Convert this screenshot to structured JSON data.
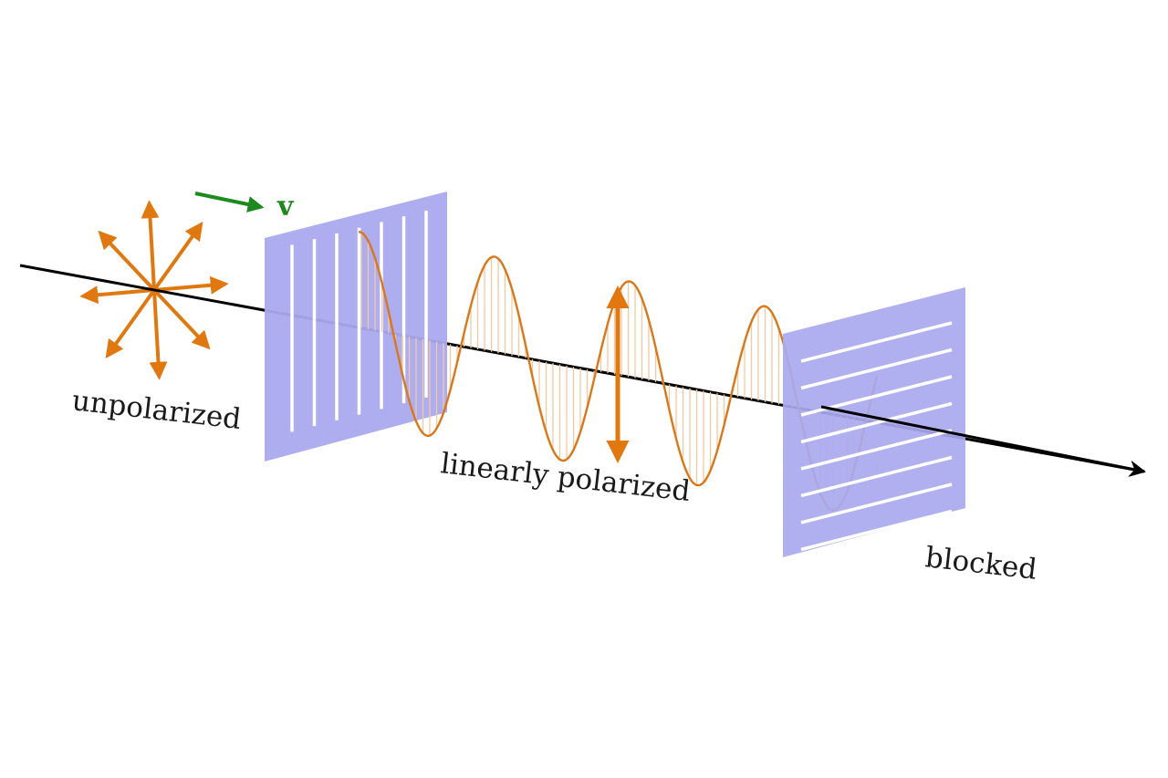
{
  "labels": {
    "unpolarized": "unpolarized",
    "linearly_polarized": "linearly polarized",
    "blocked": "blocked",
    "velocity": "v"
  },
  "colors": {
    "axis": "#000000",
    "wave": "#d9781a",
    "wave_fill": "#f3c9a0",
    "polarizer": "#a9a9ef",
    "slit": "#ffffff",
    "velocity": "#1e8a1e",
    "text": "#1a1a1a"
  },
  "diagram": {
    "unpolarized_arrow_count": 8,
    "first_polarizer_slit_orientation": "vertical",
    "first_polarizer_slit_count": 7,
    "second_polarizer_slit_orientation": "horizontal",
    "second_polarizer_slit_count": 8,
    "icons": [
      "velocity-arrow-icon",
      "polarization-arrow-icon",
      "axis-arrowhead-icon"
    ]
  }
}
